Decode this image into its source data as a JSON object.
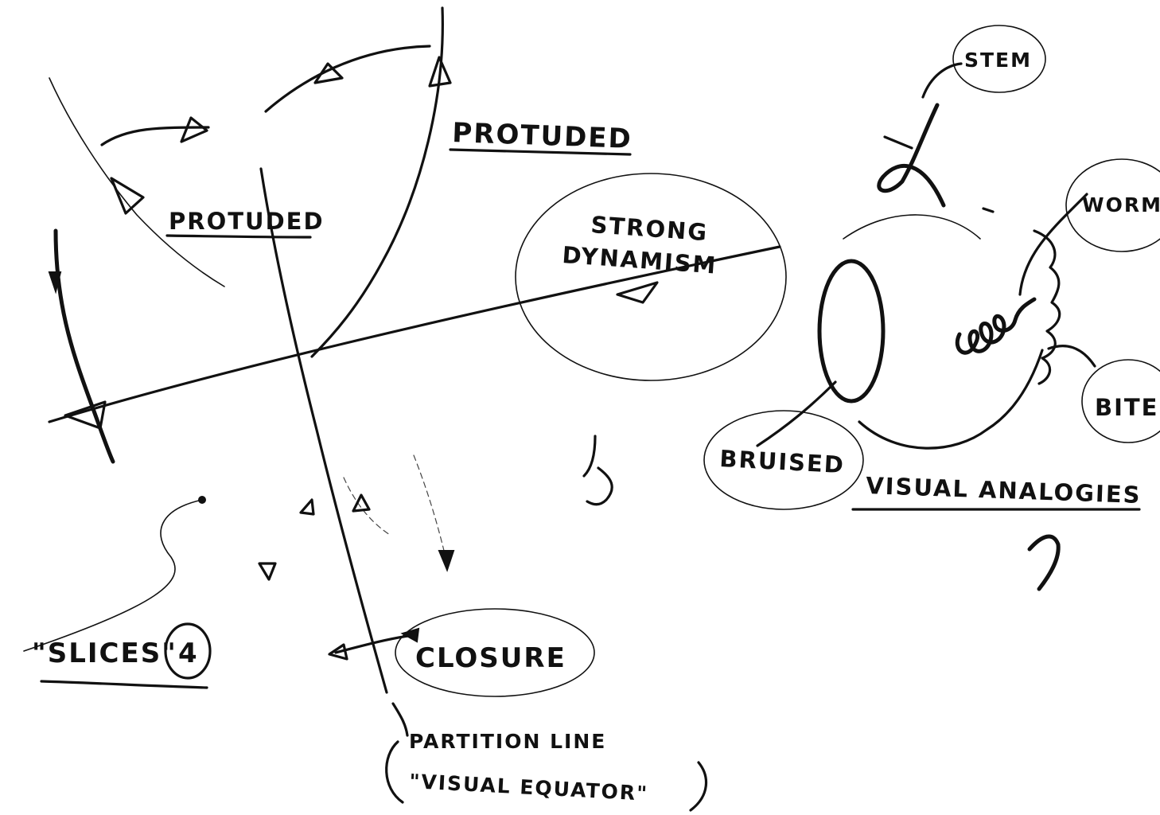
{
  "labels": {
    "protruded_top": "PROTUDED",
    "protruded_left": "PROTUDED",
    "strong_dynamism_line1": "STRONG",
    "strong_dynamism_line2": "DYNAMISM",
    "slices": "\"SLICES\"",
    "slices_number": "4",
    "closure": "CLOSURE",
    "partition_line1": "PARTITION LINE",
    "partition_line2": "\"VISUAL EQUATOR\"",
    "stem": "STEM",
    "worm": "WORM",
    "bite": "BITE",
    "bruised": "BRUISED",
    "visual_analogies": "VISUAL ANALOGIES"
  },
  "colors": {
    "ink": "#111111",
    "paper": "#ffffff"
  }
}
